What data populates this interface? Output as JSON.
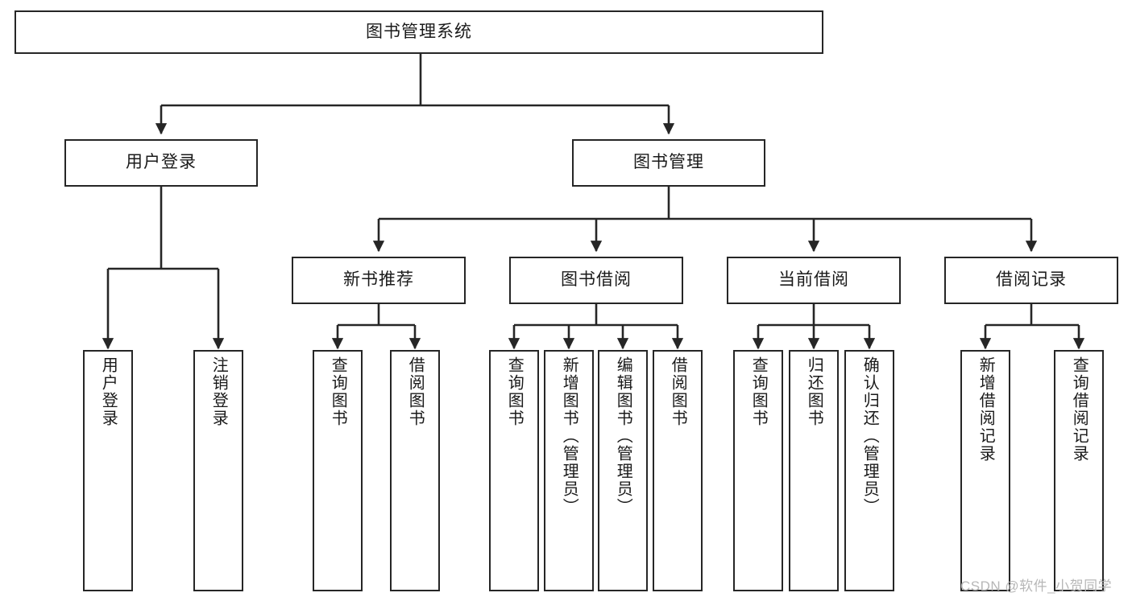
{
  "diagram": {
    "type": "tree",
    "title": "图书管理系统",
    "root": {
      "label": "图书管理系统"
    },
    "level2": [
      {
        "label": "用户登录"
      },
      {
        "label": "图书管理"
      }
    ],
    "level3": [
      {
        "label": "新书推荐"
      },
      {
        "label": "图书借阅"
      },
      {
        "label": "当前借阅"
      },
      {
        "label": "借阅记录"
      }
    ],
    "leaves": {
      "user_login": [
        {
          "label": "用户登录"
        },
        {
          "label": "注销登录"
        }
      ],
      "new_book_recommend": [
        {
          "label": "查询图书"
        },
        {
          "label": "借阅图书"
        }
      ],
      "book_borrow": [
        {
          "label": "查询图书"
        },
        {
          "label": "新增图书（管理员）"
        },
        {
          "label": "编辑图书（管理员）"
        },
        {
          "label": "借阅图书"
        }
      ],
      "current_borrow": [
        {
          "label": "查询图书"
        },
        {
          "label": "归还图书"
        },
        {
          "label": "确认归还（管理员）"
        }
      ],
      "borrow_record": [
        {
          "label": "新增借阅记录"
        },
        {
          "label": "查询借阅记录"
        }
      ]
    }
  },
  "watermark": {
    "text": "CSDN @软件_小贺同学"
  },
  "colors": {
    "stroke": "#262626",
    "background": "#ffffff",
    "text": "#1a1a1a",
    "watermark": "#b7b7b7"
  }
}
